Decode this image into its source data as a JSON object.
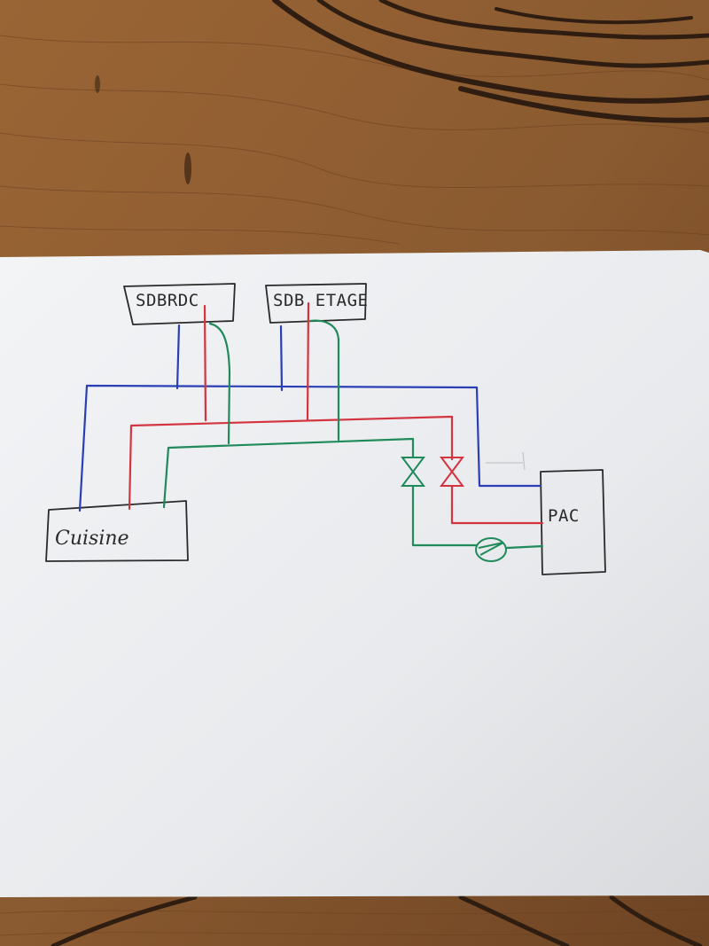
{
  "colors": {
    "wood_dark": "#5e3a1e",
    "wood_mid": "#8a5a30",
    "wood_light": "#a46e3c",
    "paper": "#eef0f2",
    "ink": "#2a2a2a",
    "blue_pipe": "#2b3fb5",
    "red_pipe": "#d4343f",
    "green_pipe": "#1f8a5a"
  },
  "labels": {
    "sdb_rdc": "SDBRDC",
    "sdb_etage": "SDB ETAGE",
    "cuisine": "Cuisine",
    "pac": "PAC"
  }
}
